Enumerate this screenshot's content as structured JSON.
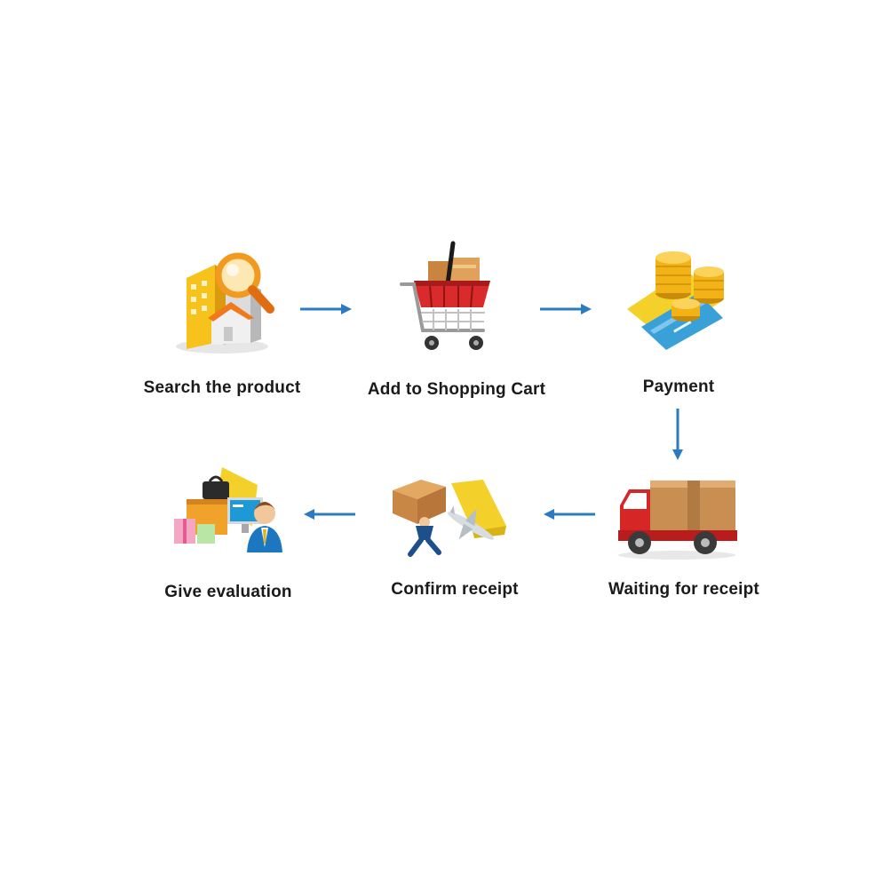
{
  "steps": [
    {
      "label": "Search the product",
      "icon": "search-product-icon"
    },
    {
      "label": "Add to Shopping Cart",
      "icon": "shopping-cart-icon"
    },
    {
      "label": "Payment",
      "icon": "payment-coins-card-icon"
    },
    {
      "label": "Waiting for receipt",
      "icon": "delivery-truck-icon"
    },
    {
      "label": "Confirm receipt",
      "icon": "courier-parcel-plane-icon"
    },
    {
      "label": "Give evaluation",
      "icon": "customer-review-icon"
    }
  ],
  "colors": {
    "arrow": "#2a7bc0",
    "text": "#1a1a1a"
  }
}
